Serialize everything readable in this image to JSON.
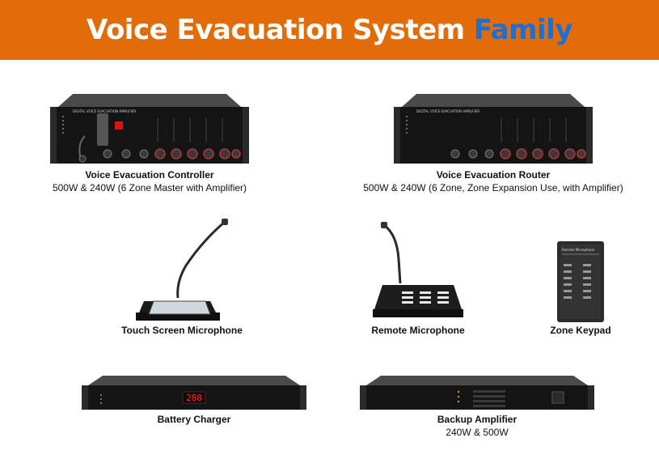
{
  "banner": {
    "title_main": "Voice Evacuation System",
    "title_accent": "Family",
    "background_color": "#e36c0a",
    "accent_color": "#1f6fd1"
  },
  "products": {
    "controller": {
      "name": "Voice Evacuation Controller",
      "spec": "500W & 240W (6 Zone Master with Amplifier)",
      "panel_text": "DIGITAL VOICE EVACUATION AMPLIFIER",
      "icon": "rack-controller-icon"
    },
    "router": {
      "name": "Voice Evacuation Router",
      "spec": "500W & 240W (6 Zone, Zone Expansion Use, with Amplifier)",
      "panel_text": "DIGITAL VOICE EVACUATION AMPLIFIER",
      "icon": "rack-router-icon"
    },
    "touch_mic": {
      "name": "Touch Screen Microphone",
      "icon": "touch-screen-microphone-icon"
    },
    "remote_mic": {
      "name": "Remote  Microphone",
      "icon": "remote-microphone-icon"
    },
    "keypad": {
      "name": "Zone Keypad",
      "panel_text": "Remote Microphone",
      "icon": "zone-keypad-icon"
    },
    "charger": {
      "name": "Battery Charger",
      "display": "288",
      "icon": "battery-charger-icon"
    },
    "backup_amp": {
      "name": "Backup Amplifier",
      "spec": "240W & 500W",
      "icon": "backup-amplifier-icon"
    }
  }
}
